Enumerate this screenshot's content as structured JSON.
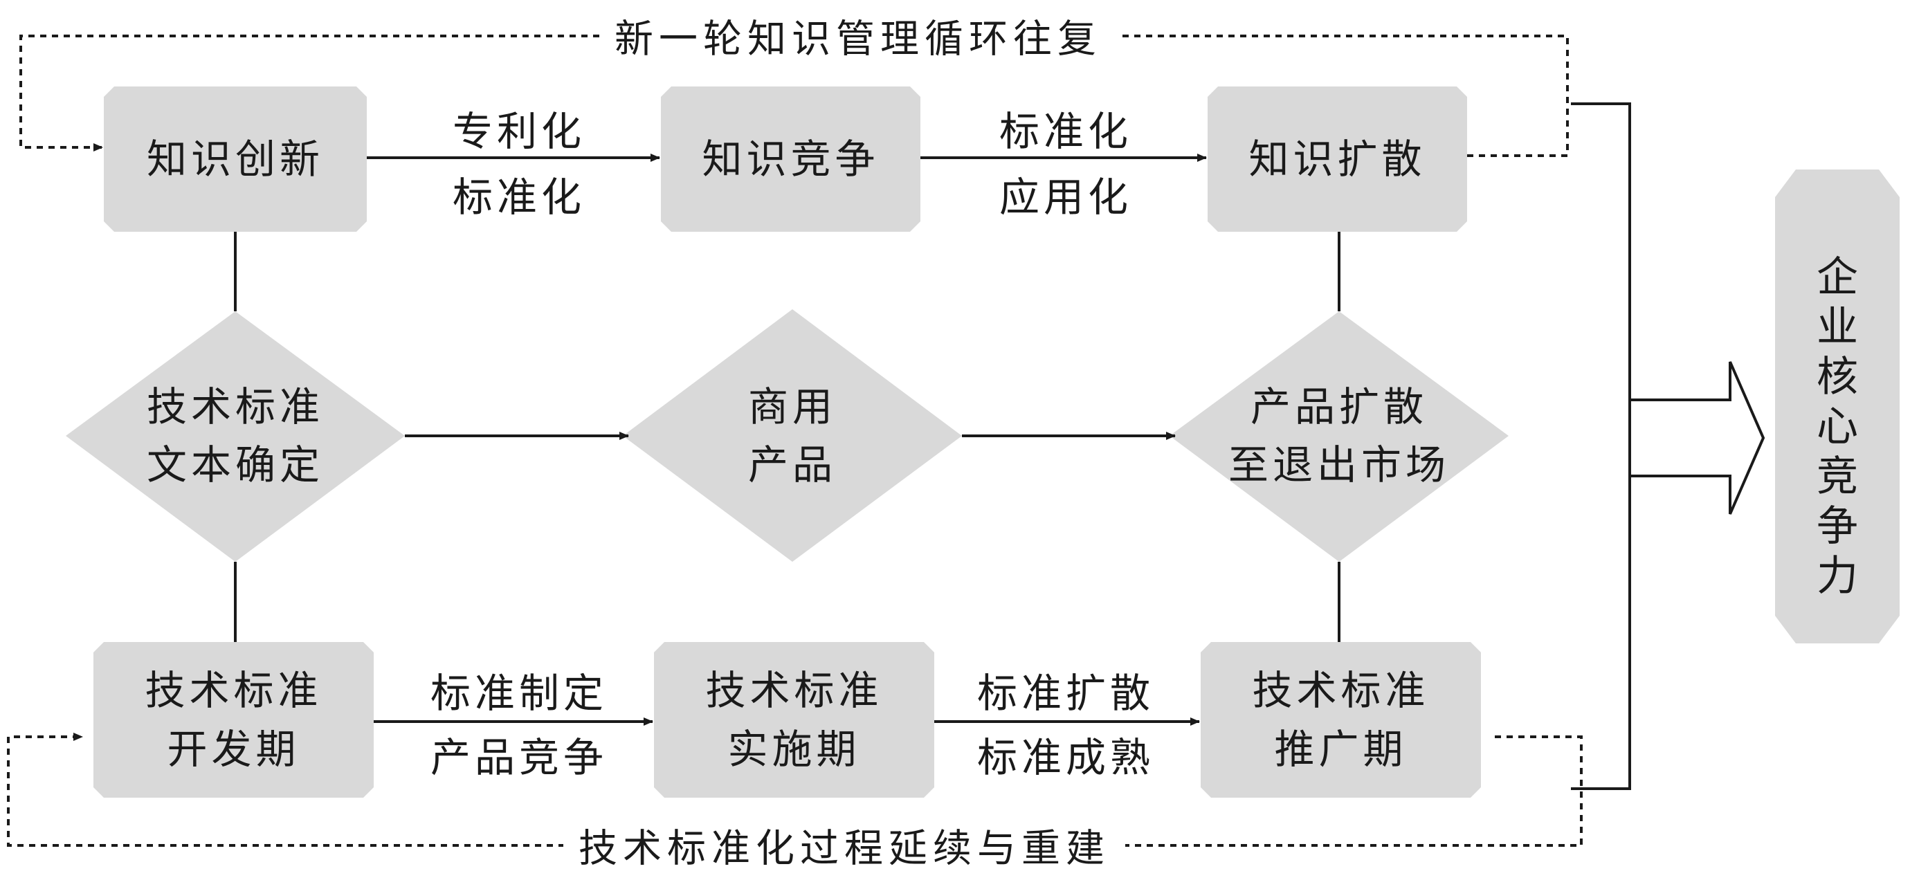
{
  "colors": {
    "node_fill": "#d9d9d9",
    "line": "#1a1a1a",
    "background": "#ffffff"
  },
  "top_row": {
    "innovation": "知识创新",
    "competition": "知识竞争",
    "diffusion": "知识扩散",
    "edge1": {
      "line1": "专利化",
      "line2": "标准化"
    },
    "edge2": {
      "line1": "标准化",
      "line2": "应用化"
    }
  },
  "middle_row": {
    "confirm": "技术标准\n文本确定",
    "product": "商用\n产品",
    "exit": "产品扩散\n至退出市场"
  },
  "bottom_row": {
    "develop": "技术标准\n开发期",
    "implement": "技术标准\n实施期",
    "promote": "技术标准\n推广期",
    "edge1": {
      "line1": "标准制定",
      "line2": "产品竞争"
    },
    "edge2": {
      "line1": "标准扩散",
      "line2": "标准成熟"
    }
  },
  "loops": {
    "top": "新一轮知识管理循环往复",
    "bottom": "技术标准化过程延续与重建"
  },
  "result": {
    "label": "企业核心竞争力"
  }
}
